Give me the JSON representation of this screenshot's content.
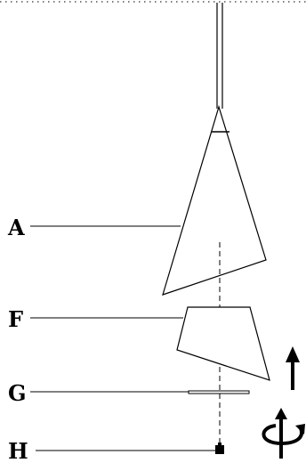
{
  "labels": {
    "a": "A",
    "f": "F",
    "g": "G",
    "h": "H"
  },
  "colors": {
    "ink": "#000000",
    "background": "#ffffff"
  },
  "icons": {
    "translate": "up-arrow-icon",
    "rotate": "rotation-arrow-icon"
  }
}
